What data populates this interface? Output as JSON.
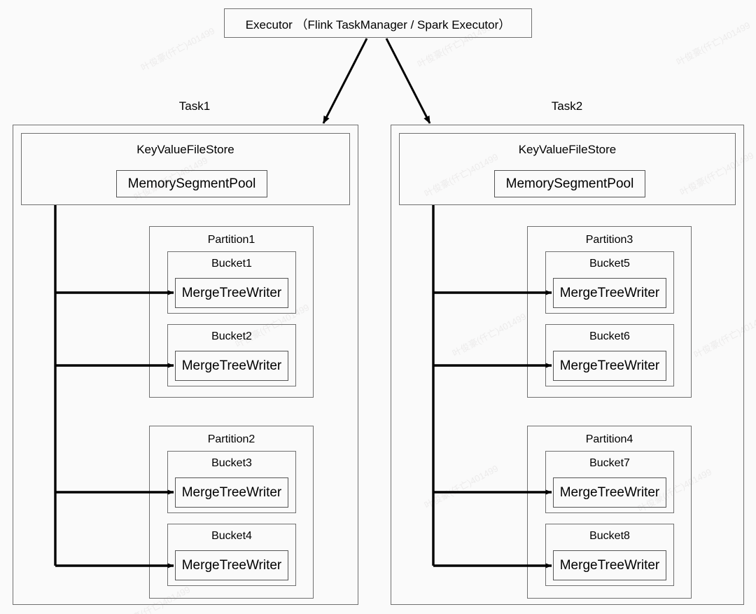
{
  "diagram": {
    "title": "Executor task / partition / bucket writer topology",
    "background_color": "#fafafa",
    "line_color": "#707070",
    "arrow_color": "#000000"
  },
  "executor": {
    "label": "Executor （Flink TaskManager / Spark Executor）"
  },
  "tasks": [
    {
      "label": "Task1",
      "store": {
        "title": "KeyValueFileStore",
        "pool_label": "MemorySegmentPool"
      },
      "partitions": [
        {
          "title": "Partition1",
          "buckets": [
            {
              "title": "Bucket1",
              "writer": "MergeTreeWriter"
            },
            {
              "title": "Bucket2",
              "writer": "MergeTreeWriter"
            }
          ]
        },
        {
          "title": "Partition2",
          "buckets": [
            {
              "title": "Bucket3",
              "writer": "MergeTreeWriter"
            },
            {
              "title": "Bucket4",
              "writer": "MergeTreeWriter"
            }
          ]
        }
      ]
    },
    {
      "label": "Task2",
      "store": {
        "title": "KeyValueFileStore",
        "pool_label": "MemorySegmentPool"
      },
      "partitions": [
        {
          "title": "Partition3",
          "buckets": [
            {
              "title": "Bucket5",
              "writer": "MergeTreeWriter"
            },
            {
              "title": "Bucket6",
              "writer": "MergeTreeWriter"
            }
          ]
        },
        {
          "title": "Partition4",
          "buckets": [
            {
              "title": "Bucket7",
              "writer": "MergeTreeWriter"
            },
            {
              "title": "Bucket8",
              "writer": "MergeTreeWriter"
            }
          ]
        }
      ]
    }
  ],
  "watermarks": [
    "叶俊豪(仟亡)401499",
    "叶俊豪(仟亡)401499",
    "叶俊豪(仟亡)401499",
    "叶俊豪(仟亡)401499",
    "叶俊豪(仟亡)401499",
    "叶俊豪(仟亡)401499",
    "叶俊豪(仟亡)401499",
    "叶俊豪(仟亡)401499",
    "叶俊豪(仟亡)401499",
    "叶俊豪(仟亡)401499",
    "叶俊豪(仟亡)401499",
    "叶俊豪(仟亡)401499"
  ]
}
